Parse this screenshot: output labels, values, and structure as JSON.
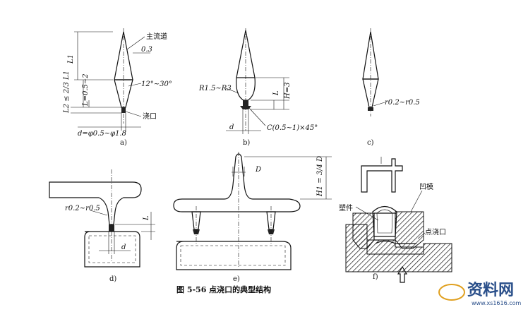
{
  "caption": "图 5-56   点浇口的典型结构",
  "panels": {
    "a": {
      "sublabel": "a)",
      "main_runner": "主流道",
      "L1": "L1",
      "L2": "L2 ≤ 2/3 L1",
      "L": "L=0.5~2",
      "angle": "12°~30°",
      "dim_03": "0.3",
      "gate": "浇口",
      "d": "d=φ0.5~φ1.8"
    },
    "b": {
      "sublabel": "b)",
      "radius": "R1.5~R3",
      "L": "L",
      "H": "H=3",
      "d": "d",
      "chamfer": "C(0.5~1)×45°"
    },
    "c": {
      "sublabel": "c)",
      "radius": "r0.2~r0.5"
    },
    "d": {
      "sublabel": "d)",
      "radius": "r0.2~r0.5",
      "L": "L",
      "d": "d"
    },
    "e": {
      "sublabel": "e)",
      "D": "D",
      "H1": "H1 = 3/4 D"
    },
    "f": {
      "sublabel": "f)",
      "part": "塑件",
      "cavity": "凹模",
      "gate": "点浇口"
    }
  },
  "watermark": {
    "text": "资料网",
    "url": "www.xs1616.com"
  }
}
